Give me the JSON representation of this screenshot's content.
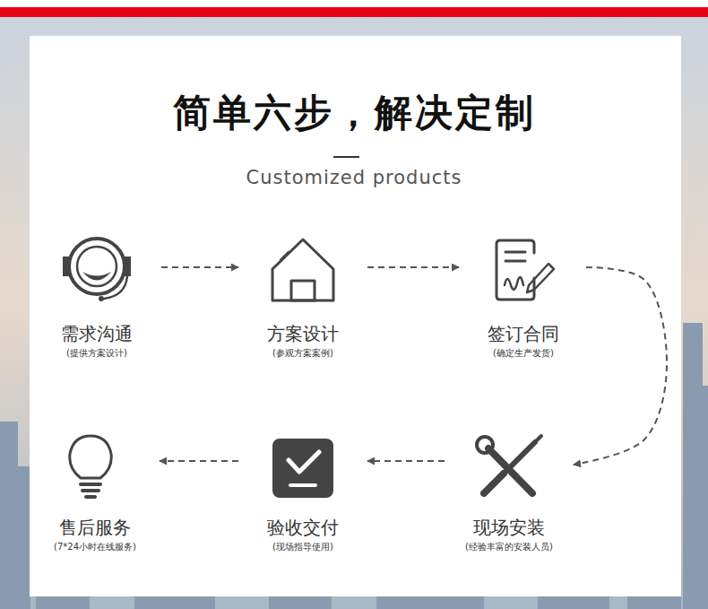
{
  "diagram": {
    "title": "简单六步，解决定制",
    "nodes": [
      {
        "text": [
          "需求沟通",
          "(提供方案设计)"
        ]
      },
      {
        "text": [
          "方案设计",
          "(参观方案案例)"
        ]
      },
      {
        "text": [
          "签订合同",
          "(确定生产发货)"
        ]
      },
      {
        "text": [
          "现场安装",
          "(经验丰富的安装人员)"
        ]
      },
      {
        "text": [
          "验收交付",
          "(现场指导使用)"
        ]
      },
      {
        "text": [
          "售后服务",
          "(7*24小时在线服务)"
        ]
      }
    ],
    "edges": [
      {
        "from": 0,
        "to": 1,
        "arrow": "to"
      },
      {
        "from": 1,
        "to": 2,
        "arrow": "to"
      },
      {
        "from": 2,
        "to": 3,
        "arrow": "to"
      },
      {
        "from": 3,
        "to": 4,
        "arrow": "to"
      },
      {
        "from": 4,
        "to": 5,
        "arrow": "to"
      }
    ],
    "labels": [
      "Customized products"
    ]
  }
}
